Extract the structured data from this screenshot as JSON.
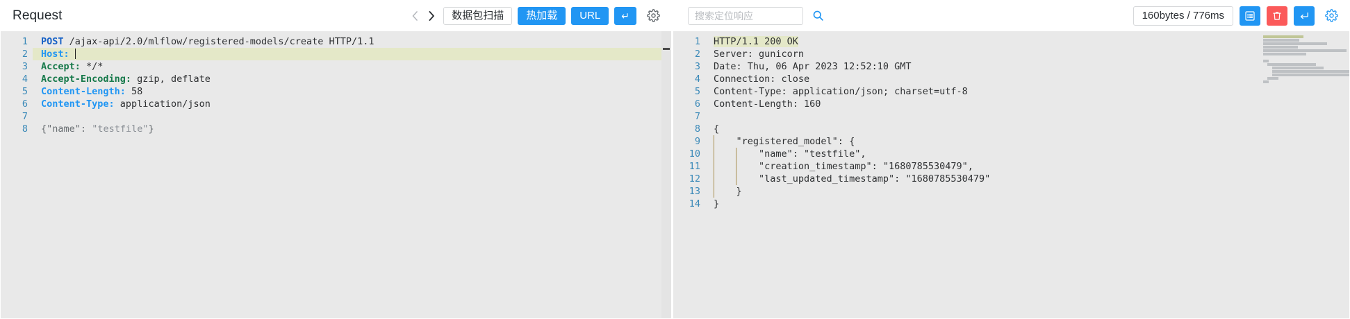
{
  "left_panel": {
    "title": "Request",
    "nav": {
      "prev_icon": "chevron-left-icon",
      "next_icon": "chevron-right-icon"
    },
    "buttons": [
      {
        "name": "packet-scan",
        "label": "数据包扫描",
        "style": "ghost"
      },
      {
        "name": "hot-reload",
        "label": "热加载",
        "style": "primary"
      },
      {
        "name": "url",
        "label": "URL",
        "style": "primary"
      },
      {
        "name": "send",
        "label": "↵",
        "style": "icon-primary"
      }
    ],
    "settings_icon": "gear-icon",
    "editor": {
      "line_numbers": [
        "1",
        "2",
        "3",
        "4",
        "5",
        "6",
        "7",
        "8"
      ],
      "lines": [
        {
          "n": 1,
          "highlight": false,
          "parts": [
            {
              "text": "POST",
              "cls": "tok-method"
            },
            {
              "text": " /ajax-api/2.0/mlflow/registered-models/create HTTP/1.1",
              "cls": "tok-plain"
            }
          ]
        },
        {
          "n": 2,
          "highlight": true,
          "caret": true,
          "parts": [
            {
              "text": "Host:",
              "cls": "tok-hdr-blue"
            },
            {
              "text": " ",
              "cls": "tok-plain"
            }
          ]
        },
        {
          "n": 3,
          "highlight": false,
          "parts": [
            {
              "text": "Accept:",
              "cls": "tok-hdr-green"
            },
            {
              "text": " */*",
              "cls": "tok-plain"
            }
          ]
        },
        {
          "n": 4,
          "highlight": false,
          "parts": [
            {
              "text": "Accept-Encoding:",
              "cls": "tok-hdr-green"
            },
            {
              "text": " gzip, deflate",
              "cls": "tok-plain"
            }
          ]
        },
        {
          "n": 5,
          "highlight": false,
          "parts": [
            {
              "text": "Content-Length:",
              "cls": "tok-hdr-blue"
            },
            {
              "text": " 58",
              "cls": "tok-plain"
            }
          ]
        },
        {
          "n": 6,
          "highlight": false,
          "parts": [
            {
              "text": "Content-Type:",
              "cls": "tok-hdr-blue"
            },
            {
              "text": " application/json",
              "cls": "tok-plain"
            }
          ]
        },
        {
          "n": 7,
          "highlight": false,
          "parts": [
            {
              "text": "",
              "cls": "tok-plain"
            }
          ]
        },
        {
          "n": 8,
          "highlight": false,
          "parts": [
            {
              "text": "{",
              "cls": "tok-json-key"
            },
            {
              "text": "\"name\"",
              "cls": "tok-json-key"
            },
            {
              "text": ": ",
              "cls": "tok-json-key"
            },
            {
              "text": "\"testfile\"",
              "cls": "tok-json-str"
            },
            {
              "text": "}",
              "cls": "tok-json-key"
            }
          ]
        }
      ]
    }
  },
  "right_panel": {
    "search": {
      "value": "",
      "placeholder": "搜索定位响应",
      "icon": "search-icon"
    },
    "stats_badge": "160bytes / 776ms",
    "buttons": [
      {
        "name": "format-view-button",
        "icon": "list-view-icon",
        "style": "primary"
      },
      {
        "name": "delete-button",
        "icon": "trash-icon",
        "style": "danger"
      },
      {
        "name": "send-button",
        "icon": "enter-arrow-icon",
        "style": "primary"
      }
    ],
    "settings_icon": "gear-icon",
    "editor": {
      "line_numbers": [
        "1",
        "2",
        "3",
        "4",
        "5",
        "6",
        "7",
        "8",
        "9",
        "10",
        "11",
        "12",
        "13",
        "14"
      ],
      "lines": [
        {
          "n": 1,
          "highlight": true,
          "text": "HTTP/1.1 200 OK"
        },
        {
          "n": 2,
          "highlight": false,
          "text": "Server: gunicorn"
        },
        {
          "n": 3,
          "highlight": false,
          "text": "Date: Thu, 06 Apr 2023 12:52:10 GMT"
        },
        {
          "n": 4,
          "highlight": false,
          "text": "Connection: close"
        },
        {
          "n": 5,
          "highlight": false,
          "text": "Content-Type: application/json; charset=utf-8"
        },
        {
          "n": 6,
          "highlight": false,
          "text": "Content-Length: 160"
        },
        {
          "n": 7,
          "highlight": false,
          "text": ""
        },
        {
          "n": 8,
          "highlight": false,
          "text": "{"
        },
        {
          "n": 9,
          "highlight": false,
          "text": "    \"registered_model\": {"
        },
        {
          "n": 10,
          "highlight": false,
          "text": "        \"name\": \"testfile\","
        },
        {
          "n": 11,
          "highlight": false,
          "text": "        \"creation_timestamp\": \"1680785530479\","
        },
        {
          "n": 12,
          "highlight": false,
          "text": "        \"last_updated_timestamp\": \"1680785530479\""
        },
        {
          "n": 13,
          "highlight": false,
          "text": "    }"
        },
        {
          "n": 14,
          "highlight": false,
          "text": "}"
        }
      ]
    }
  },
  "colors": {
    "accent_blue": "#2196f3",
    "danger_red": "#fb5a5a",
    "editor_bg": "#e9e9e9",
    "highlight_row": "#e4e8c8",
    "line_number": "#3a89b8",
    "header_green": "#16794a",
    "indent_guide": "#9b7d33"
  }
}
